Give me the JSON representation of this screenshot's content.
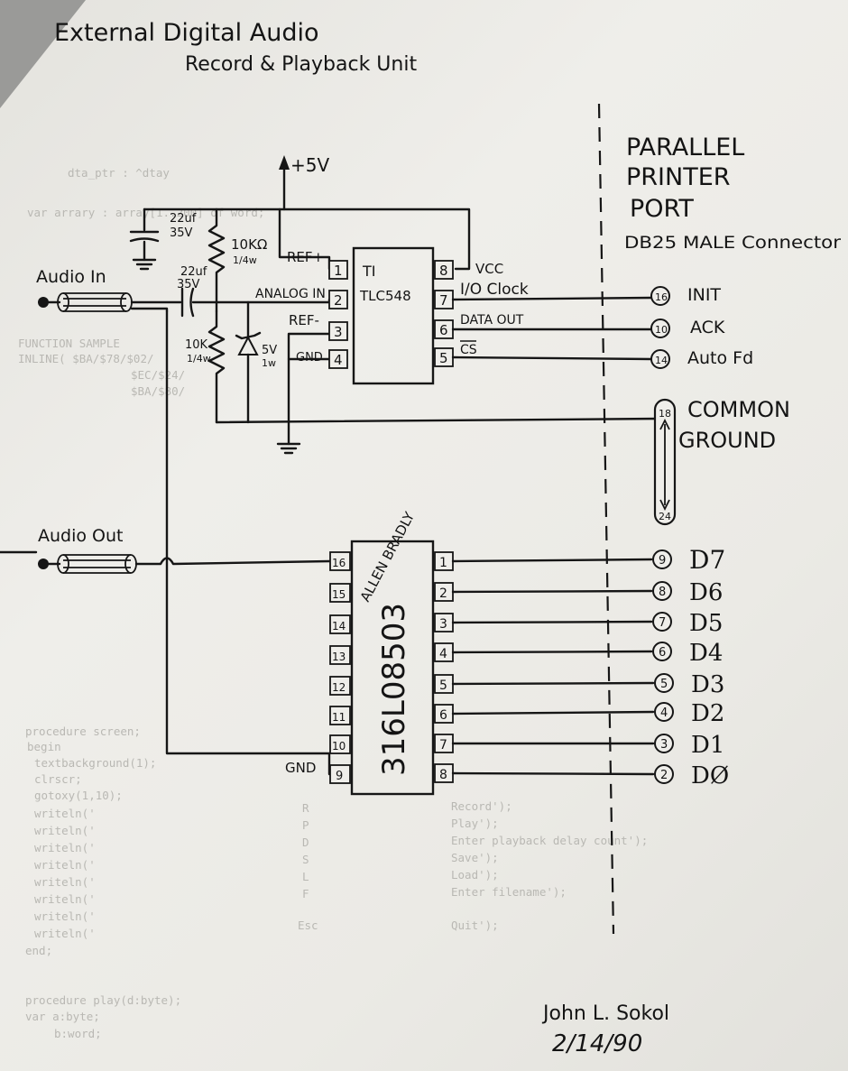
{
  "title": {
    "line1": "External Digital Audio",
    "line2": "Record & Playback Unit"
  },
  "port": {
    "line1": "PARALLEL",
    "line2": "PRINTER",
    "line3": "PORT",
    "line4": "DB25 MALE Connector"
  },
  "supply": {
    "label": "+5V"
  },
  "components": {
    "cap1": {
      "value": "22uf",
      "voltage": "35V"
    },
    "cap2": {
      "value": "22uf",
      "voltage": "35V"
    },
    "res1": {
      "value": "10KΩ",
      "power": "1/4w"
    },
    "res2": {
      "value": "10K",
      "power": "1/4w"
    },
    "zener": {
      "value": "5V",
      "power": "1w"
    }
  },
  "jacks": {
    "audio_in": "Audio In",
    "audio_out": "Audio Out"
  },
  "adc": {
    "maker": "TI",
    "part": "TLC548",
    "left_labels": [
      "REF+",
      "ANALOG IN",
      "REF-",
      "GND"
    ],
    "right_labels": [
      "VCC",
      "I/O Clock",
      "DATA OUT",
      "CS"
    ],
    "left_pins": [
      "1",
      "2",
      "3",
      "4"
    ],
    "right_pins": [
      "8",
      "7",
      "6",
      "5"
    ]
  },
  "dac": {
    "maker": "ALLEN BRADLY",
    "part": "316L08503",
    "left_pins": [
      "16",
      "15",
      "14",
      "13",
      "12",
      "11",
      "10",
      "9"
    ],
    "right_pins": [
      "1",
      "2",
      "3",
      "4",
      "5",
      "6",
      "7",
      "8"
    ],
    "gnd_label": "GND"
  },
  "connector_pins": [
    {
      "pin": "16",
      "label": "INIT"
    },
    {
      "pin": "10",
      "label": "ACK"
    },
    {
      "pin": "14",
      "label": "Auto Fd"
    }
  ],
  "ground_pins": {
    "start": "18",
    "end": "24",
    "label1": "COMMON",
    "label2": "GROUND"
  },
  "data_pins": [
    {
      "pin": "9",
      "label": "D7"
    },
    {
      "pin": "8",
      "label": "D6"
    },
    {
      "pin": "7",
      "label": "D5"
    },
    {
      "pin": "6",
      "label": "D4"
    },
    {
      "pin": "5",
      "label": "D3"
    },
    {
      "pin": "4",
      "label": "D2"
    },
    {
      "pin": "3",
      "label": "D1"
    },
    {
      "pin": "2",
      "label": "DØ"
    }
  ],
  "signature": {
    "name": "John L. Sokol",
    "date": "2/14/90"
  },
  "background_listing": {
    "lines": [
      "dta_ptr : ^dtay",
      "var  arrary : array[1..200] of word;",
      "FUNCTION SAMPLE",
      "  INLINE( $BA/$78/$02/",
      "          $EC/$24/",
      "          $BA/$80/",
      "procedure screen;",
      " begin",
      "  textbackground(1);",
      "  clrscr;",
      "  gotoxy(1,10);",
      "  writeln('",
      "  writeln('",
      "  writeln('",
      "  writeln('",
      "  writeln('",
      "  writeln('",
      "  writeln('",
      "  writeln('",
      "end;",
      "procedure play(d:byte);",
      "var  a:byte;",
      "    b:word;"
    ],
    "menu_keys": [
      "R",
      "P",
      "D",
      "S",
      "L",
      "F",
      "Esc"
    ],
    "menu_items": [
      "Record');",
      "Play');",
      "Enter playback delay count');",
      "Save');",
      "Load');",
      "Enter filename');",
      "Quit');"
    ]
  }
}
